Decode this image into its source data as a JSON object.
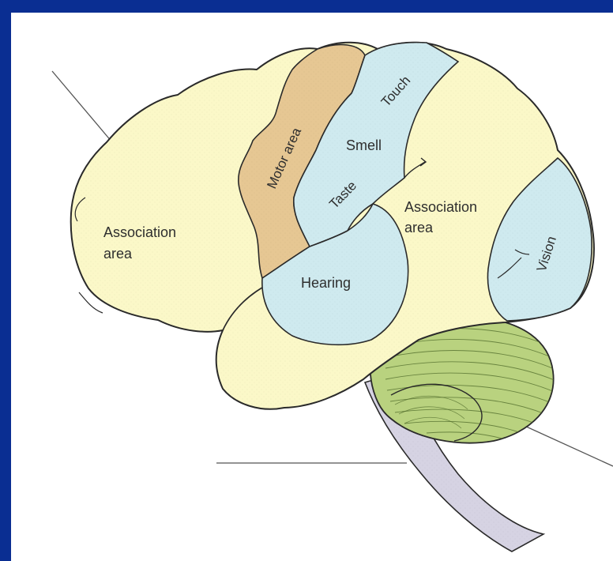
{
  "diagram": {
    "labels": {
      "touch": "Touch",
      "motor_area": "Motor area",
      "smell": "Smell",
      "taste": "Taste",
      "association_front_line1": "Association",
      "association_front_line2": "area",
      "association_rear_line1": "Association",
      "association_rear_line2": "area",
      "hearing": "Hearing",
      "vision": "Vision"
    },
    "colors": {
      "frame": "#0a2e92",
      "panel": "#ffffff",
      "association": "#fbf8c8",
      "motor": "#e6c793",
      "sensory": "#cfeaef",
      "cerebellum": "#b9d27f",
      "brainstem": "#d6d3e3",
      "outline": "#2a2a2a"
    }
  }
}
